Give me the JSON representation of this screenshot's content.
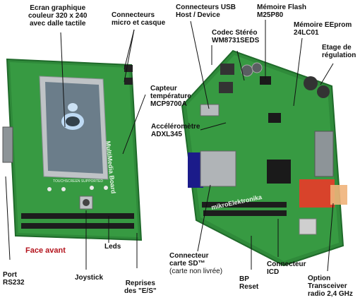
{
  "labels": {
    "ecran": [
      "Ecran graphique",
      "couleur 320 x 240",
      "avec dalle tactile"
    ],
    "connecteurs_micro": [
      "Connecteurs",
      "micro et casque"
    ],
    "connecteurs_usb": [
      "Connecteurs USB",
      "Host / Device"
    ],
    "memoire_flash": [
      "Mémoire Flash",
      "M25P80"
    ],
    "codec": [
      "Codec Stéréo",
      "WM8731SEDS"
    ],
    "eeprom": [
      "Mémoire EEprom",
      "24LC01"
    ],
    "etage": [
      "Etage de",
      "régulation"
    ],
    "capteur": [
      "Capteur",
      "température",
      "MCP9700A"
    ],
    "port": [
      "Port",
      "RS232"
    ],
    "accelero": [
      "Accéléromètre",
      "ADXL345"
    ],
    "leds": "Leds",
    "joystick": "Joystick",
    "reprises": [
      "Reprises",
      "des \"E/S\""
    ],
    "carte_sd": [
      "Connecteur",
      "carte SD™",
      "(carte non livrée)"
    ],
    "bp_reset": [
      "BP",
      "Reset"
    ],
    "connecteur_icd": [
      "Connecteur",
      "ICD"
    ],
    "option_tx": [
      "Option",
      "Transceiver",
      "radio 2,4 GHz"
    ],
    "face_avant": "Face avant"
  },
  "board_text": {
    "front_brand": "MultiMedia Board",
    "touchscreen": "TOUCHSCREEN SUPPORTED",
    "back_brand": "mikroElektronika"
  },
  "colors": {
    "pcb": "#2f8a3a",
    "pcb_dark": "#1f6a2a",
    "face_avant": "#b3121b"
  }
}
